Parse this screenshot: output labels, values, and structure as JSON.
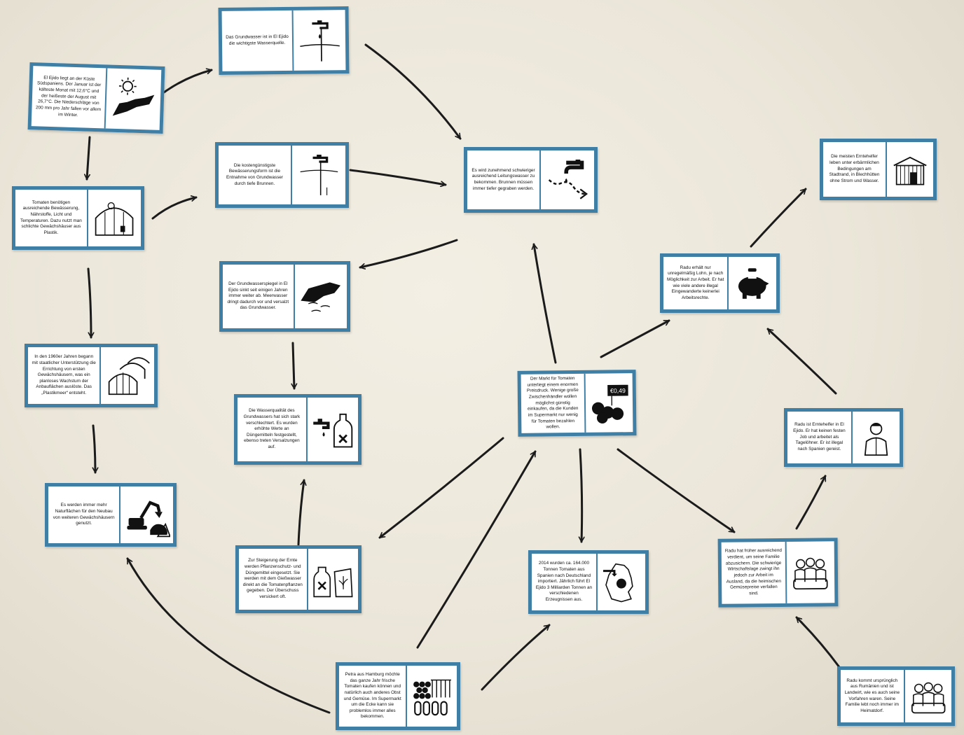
{
  "cards": [
    {
      "id": "klima",
      "text": "El Ejido liegt an der Küste Südspaniens. Der Januar ist der kälteste Monat mit 12,6°C und der heißeste der August mit 26,7°C. Die Niederschläge von 200 mm pro Jahr fallen vor allem im Winter.",
      "icon": "sun-coast-icon"
    },
    {
      "id": "gewaechshaus",
      "text": "Tomaten benötigen ausreichende Bewässerung, Nährstoffe, Licht und Temperaturen. Dazu nutzt man schlichte Gewächshäuser aus Plastik.",
      "icon": "greenhouse-icon"
    },
    {
      "id": "plastikmeer",
      "text": "In den 1960er Jahren begann mit staatlicher Unterstützung die Errichtung von ersten Gewächshäusern, was ein planloses Wachstum der Anbauflächen auslöste. Das „Plastikmeer“ entsteht.",
      "icon": "greenhouses-icon"
    },
    {
      "id": "naturflaechen",
      "text": "Es werden immer mehr Naturflächen für den Neubau von weiteren Gewächshäusern genutzt.",
      "icon": "excavator-icon"
    },
    {
      "id": "grundwasser",
      "text": "Das Grundwasser ist in El Ejido die wichtigste Wasserquelle.",
      "icon": "tap-well-icon"
    },
    {
      "id": "bewaesserung",
      "text": "Die kostengünstigste Bewässerungsform ist die Entnahme von Grundwasser durch tiefe Brunnen.",
      "icon": "tap-well-icon"
    },
    {
      "id": "spiegel",
      "text": "Der Grundwasserspiegel in El Ejido sinkt seit einigen Jahren immer weiter ab. Meerwasser dringt dadurch vor und versalzt das Grundwasser.",
      "icon": "seawater-icon"
    },
    {
      "id": "qualitaet",
      "text": "Die Wasserqualität des Grundwassers hat sich stark verschlechtert. Es wurden erhöhte Werte an Düngemitteln festgestellt, ebenso treten Versalzungen auf.",
      "icon": "tap-bottle-icon"
    },
    {
      "id": "leitungswasser",
      "text": "Es wird zunehmend schwieriger ausreichend Leitungswasser zu bekommen. Brunnen müssen immer tiefer gegraben werden.",
      "icon": "tap-drop-arrow-icon"
    },
    {
      "id": "ernte",
      "text": "Zur Steigerung der Ernte werden Pflanzenschutz- und Düngemittel eingesetzt. Sie werden mit dem Gießwasser direkt an die Tomatenpflanzen gegeben. Der Überschuss versickert oft.",
      "icon": "pesticide-icon"
    },
    {
      "id": "markt",
      "text": "Der Markt für Tomaten unterliegt einem enormen Preisdruck. Wenige große Zwischenhändler wollen möglichst günstig einkaufen, da die Kunden im Supermarkt nur wenig für Tomaten bezahlen wollen.",
      "icon": "tomatoes-price-icon",
      "price": "€0,49"
    },
    {
      "id": "petra",
      "text": "Petra aus Hamburg möchte das ganze Jahr frische Tomaten kaufen können und natürlich auch anderes Obst und Gemüse. Im Supermarkt um die Ecke kann sie problemlos immer alles bekommen.",
      "icon": "supermarket-icon"
    },
    {
      "id": "import",
      "text": "2014 wurden ca. 164.000 Tonnen Tomaten aus Spanien nach Deutschland importiert. Jährlich führt El Ejido 3 Milliarden Tonnen an verschiedenen Erzeugnissen aus.",
      "icon": "germany-map-icon"
    },
    {
      "id": "lohn",
      "text": "Radu erhält nur unregelmäßig Lohn, je nach Möglichkeit zur Arbeit. Er hat wie viele andere illegal Eingewanderte keinerlei Arbeitsrechte.",
      "icon": "piggy-bank-icon"
    },
    {
      "id": "bedingungen",
      "text": "Die meisten Erntehelfer leben unter erbärmlichen Bedingungen am Stadtrand, in Blechhütten ohne Strom und Wasser.",
      "icon": "shack-icon"
    },
    {
      "id": "radu",
      "text": "Radu ist Erntehelfer in El Ejido. Er hat keinen festen Job und arbeitet als Tagelöhner. Er ist illegal nach Spanien gereist.",
      "icon": "person-icon"
    },
    {
      "id": "frueher",
      "text": "Radu hat früher ausreichend verdient, um seine Familie abzusichern. Die schwierige Wirtschaftslage zwingt ihn jedoch zur Arbeit im Ausland, da die heimischen Gemüsepreise verfallen sind.",
      "icon": "family-icon"
    },
    {
      "id": "rumaenien",
      "text": "Radu kommt ursprünglich aus Rumänien und ist Landwirt, wie es auch seine Vorfahren waren. Seine Familie lebt noch immer im Heimatdorf.",
      "icon": "family-icon"
    }
  ]
}
